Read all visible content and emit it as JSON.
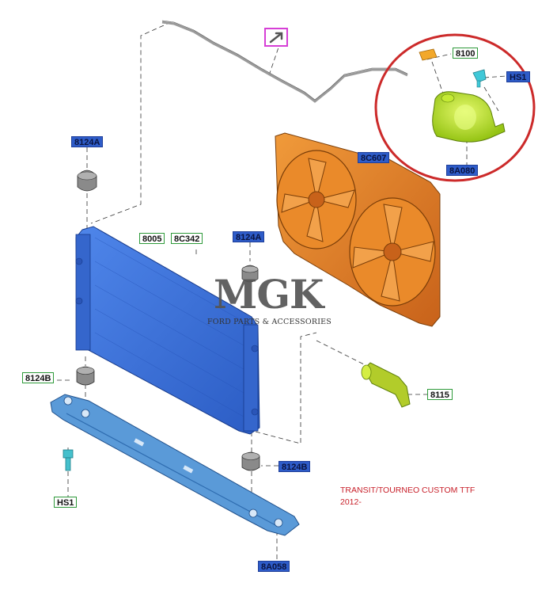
{
  "callouts": {
    "c8124a_top": "8124A",
    "c8100": "8100",
    "chs1_top": "HS1",
    "c8c607": "8C607",
    "c8a080": "8A080",
    "c8005": "8005",
    "c8c342": "8C342",
    "c8124a_mid": "8124A",
    "c8124b_left": "8124B",
    "c8115": "8115",
    "c8124b_bottom": "8124B",
    "chs1_bottom": "HS1",
    "c8a058": "8A058"
  },
  "watermark": {
    "logo": "MGK",
    "tagline": "FORD PARTS & ACCESSORIES"
  },
  "vehicle_note": {
    "line1": "TRANSIT/TOURNEO CUSTOM TTF",
    "line2": "2012-"
  },
  "colors": {
    "radiator": "#3a6fd8",
    "fan_shroud": "#e07a1c",
    "reservoir": "#b6e020",
    "bracket": "#5a9ad8",
    "highlight_circle": "#cc2a2a",
    "callout_green": "#2e9a3a",
    "callout_blue": "#2e5cc9",
    "note_text": "#c8202a"
  },
  "icons": {
    "link_arrow": "arrow-up-right-icon"
  }
}
